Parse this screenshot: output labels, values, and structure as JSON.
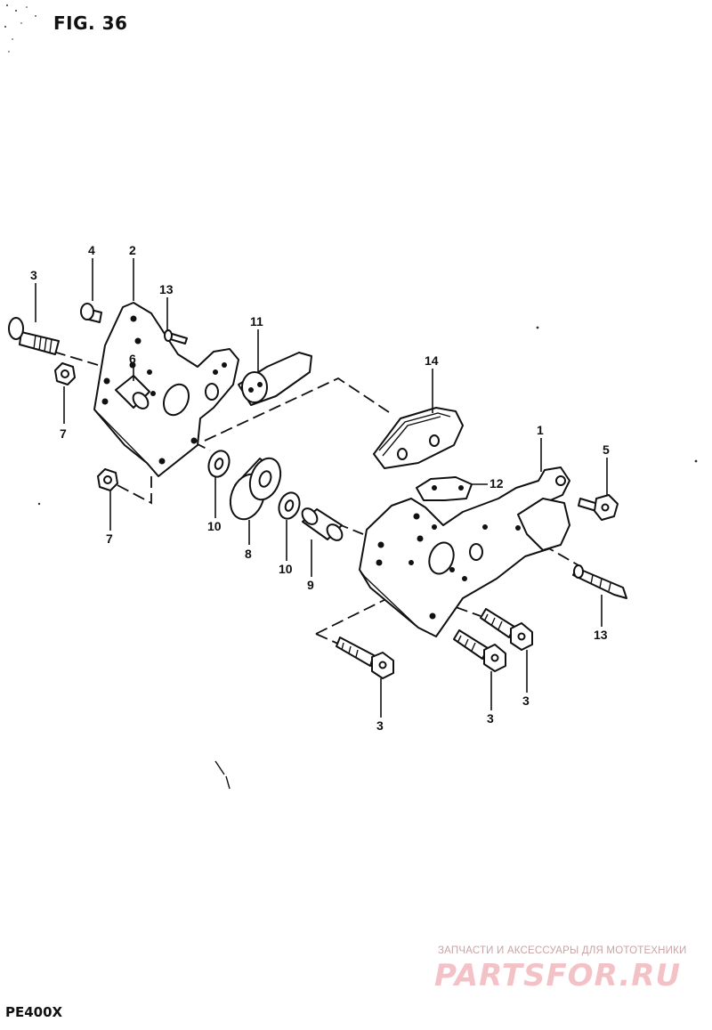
{
  "figure": {
    "title": "FIG. 36",
    "model": "PE400X"
  },
  "watermark": {
    "subtitle": "ЗАПЧАСТИ И АКСЕССУАРЫ ДЛЯ МОТОТЕХНИКИ",
    "brand": "PARTSFOR.RU"
  },
  "callouts": [
    {
      "id": "c3a",
      "label": "3",
      "part": "bolt"
    },
    {
      "id": "c4",
      "label": "4",
      "part": "bolt"
    },
    {
      "id": "c2",
      "label": "2",
      "part": "left-bracket"
    },
    {
      "id": "c13a",
      "label": "13",
      "part": "pin"
    },
    {
      "id": "c6",
      "label": "6",
      "part": "collar"
    },
    {
      "id": "c7a",
      "label": "7",
      "part": "nut"
    },
    {
      "id": "c7b",
      "label": "7",
      "part": "nut"
    },
    {
      "id": "c11",
      "label": "11",
      "part": "cushion-plate"
    },
    {
      "id": "c14",
      "label": "14",
      "part": "rubber-cushion"
    },
    {
      "id": "c10a",
      "label": "10",
      "part": "washer"
    },
    {
      "id": "c8",
      "label": "8",
      "part": "bushing"
    },
    {
      "id": "c10b",
      "label": "10",
      "part": "washer"
    },
    {
      "id": "c9",
      "label": "9",
      "part": "spacer"
    },
    {
      "id": "c1",
      "label": "1",
      "part": "right-bracket"
    },
    {
      "id": "c12",
      "label": "12",
      "part": "stay"
    },
    {
      "id": "c5",
      "label": "5",
      "part": "bolt"
    },
    {
      "id": "c13b",
      "label": "13",
      "part": "pin"
    },
    {
      "id": "c3b",
      "label": "3",
      "part": "bolt"
    },
    {
      "id": "c3c",
      "label": "3",
      "part": "bolt"
    },
    {
      "id": "c3d",
      "label": "3",
      "part": "bolt"
    }
  ]
}
